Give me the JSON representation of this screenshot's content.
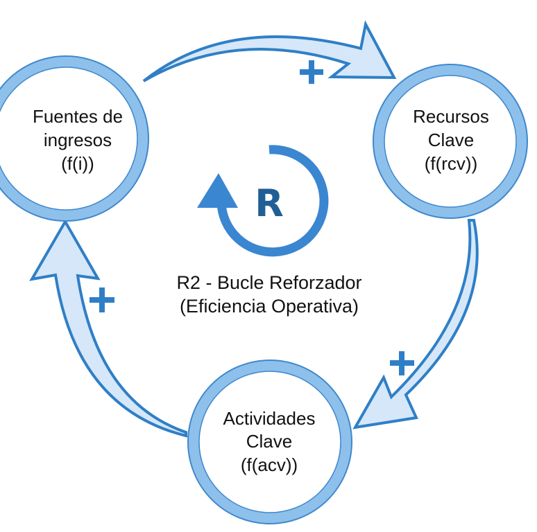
{
  "diagram": {
    "type": "causal-loop",
    "loop_symbol": "R",
    "loop_title": "R2 - Bucle Reforzador",
    "loop_subtitle": "(Eficiencia Operativa)",
    "nodes": [
      {
        "id": "fuentes",
        "lines": [
          "Fuentes de",
          "ingresos",
          "(f(i))"
        ]
      },
      {
        "id": "recursos",
        "lines": [
          "Recursos",
          "Clave",
          "(f(rcv))"
        ]
      },
      {
        "id": "actividades",
        "lines": [
          "Actividades",
          "Clave",
          "(f(acv))"
        ]
      }
    ],
    "links": [
      {
        "from": "fuentes",
        "to": "recursos",
        "polarity": "+"
      },
      {
        "from": "recursos",
        "to": "actividades",
        "polarity": "+"
      },
      {
        "from": "actividades",
        "to": "fuentes",
        "polarity": "+"
      }
    ],
    "colors": {
      "ring": "#8ec0ec",
      "ring_stroke": "#3f88cc",
      "arrow_fill": "#d5e7f8",
      "arrow_stroke": "#2f7fc6",
      "loop_icon": "#3a86d0",
      "loop_letter": "#1f5f95"
    }
  }
}
